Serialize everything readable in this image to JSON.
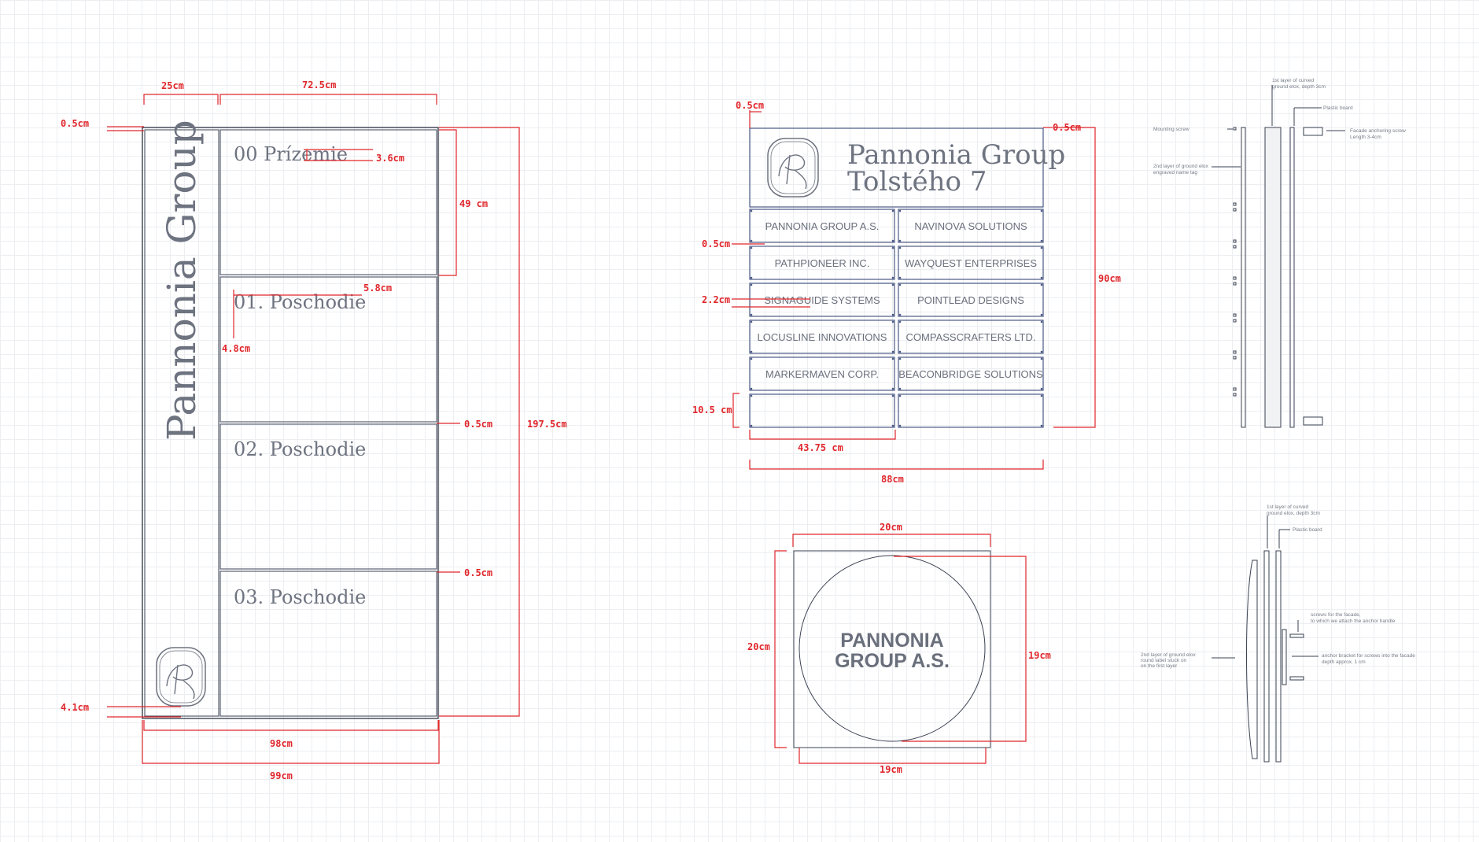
{
  "left_sign": {
    "vertical_title": "Pannonia Group",
    "floors": [
      "00 Prízemie",
      "01. Poschodie",
      "02. Poschodie",
      "03. Poschodie"
    ],
    "dims": {
      "w_left": "25cm",
      "w_right": "72.5cm",
      "gap_top": "0.5cm",
      "text_h": "3.6cm",
      "panel_h": "49 cm",
      "text_w": "5.8cm",
      "indent": "4.8cm",
      "gap_mid1": "0.5cm",
      "gap_mid2": "0.5cm",
      "total_h": "197.5cm",
      "logo_h": "4.1cm",
      "inner_w": "98cm",
      "outer_w": "99cm"
    }
  },
  "board": {
    "title_line1": "Pannonia Group",
    "title_line2": "Tolstého 7",
    "companies": [
      [
        "PANNONIA GROUP A.S.",
        "NAVINOVA SOLUTIONS"
      ],
      [
        "PATHPIONEER INC.",
        "WAYQUEST ENTERPRISES"
      ],
      [
        "SIGNAGUIDE SYSTEMS",
        "POINTLEAD DESIGNS"
      ],
      [
        "LOCUSLINE INNOVATIONS",
        "COMPASSCRAFTERS LTD."
      ],
      [
        "MARKERMAVEN CORP.",
        "BEACONBRIDGE SOLUTIONS"
      ]
    ],
    "dims": {
      "top_left": "0.5cm",
      "top_right": "0.5cm",
      "row_gap": "0.5cm",
      "text_h": "2.2cm",
      "row_h": "10.5 cm",
      "col_w": "43.75 cm",
      "total_w": "88cm",
      "total_h": "90cm"
    }
  },
  "plaque": {
    "text_line1": "PANNONIA",
    "text_line2": "GROUP A.S.",
    "dims": {
      "top_w": "20cm",
      "left_h": "20cm",
      "right_h": "19cm",
      "bottom_w": "19cm"
    }
  },
  "side_view_1": {
    "labels": {
      "first_layer": [
        "1st layer of curved",
        "ground elox, depth 3cm"
      ],
      "plastic_board": "Plastic board",
      "mounting_screw": "Mounting screw",
      "facade_screw": [
        "Facade anchoring screw",
        "Length 3-4cm"
      ],
      "second_layer": [
        "2nd layer of ground elox",
        "engraved name tag"
      ]
    }
  },
  "side_view_2": {
    "labels": {
      "first_layer": [
        "1st layer of curved",
        "ground elox, depth 3cm"
      ],
      "plastic_board": "Plastic board",
      "screws": [
        "screws for the facade,",
        "to which we attach the anchor handle"
      ],
      "second_layer": [
        "2nd layer of ground elox",
        "round label stuck on",
        "on the first layer"
      ],
      "anchor": [
        "anchor bracket for screws into the facade",
        "depth approx. 1 cm"
      ]
    }
  }
}
